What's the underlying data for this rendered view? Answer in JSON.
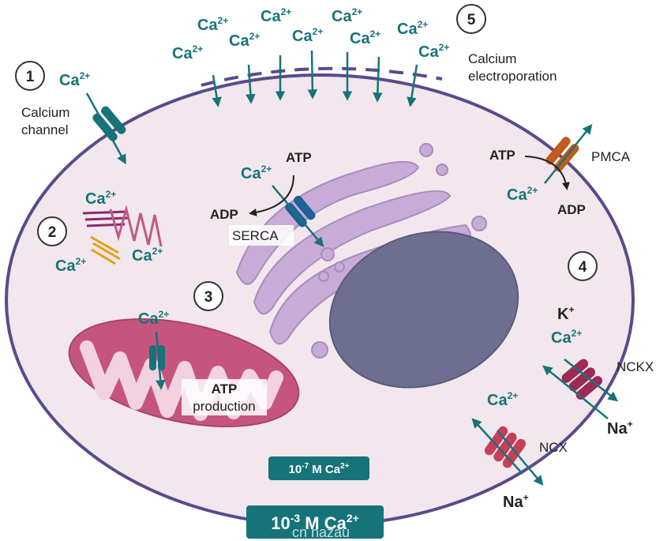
{
  "markers": {
    "m1": "1",
    "m2": "2",
    "m3": "3",
    "m4": "4",
    "m5": "5"
  },
  "ion": "Ca",
  "charge": "2+",
  "labels": {
    "calcium_channel_1": "Calcium",
    "calcium_channel_2": "channel",
    "electroporation_1": "Calcium",
    "electroporation_2": "electroporation",
    "atp": "ATP",
    "adp": "ADP",
    "serca": "SERCA",
    "pmca": "PMCA",
    "atp_production_1": "ATP",
    "atp_production_2": "production",
    "k_ion": "K",
    "na_ion": "Na",
    "plus": "+",
    "nckx": "NCKX",
    "ncx": "NCX"
  },
  "concentrations": {
    "inner": {
      "prefix": "10",
      "exp": "-7",
      "suffix": " M Ca",
      "charge": "2+"
    },
    "outer": {
      "prefix": "10",
      "exp": "-3",
      "suffix": " M Ca",
      "charge": "2+"
    }
  },
  "watermark": "cn nazau",
  "colors": {
    "teal": "#16737a",
    "cell_fill": "#f1e7ec",
    "cell_stroke": "#5a4a8c",
    "er": "#c8abd6",
    "nucleus": "#6e6f90",
    "mito": "#c6557e",
    "pmca": "#c45a1c",
    "exchanger": "#9b2a55",
    "ncx": "#c93d59"
  }
}
